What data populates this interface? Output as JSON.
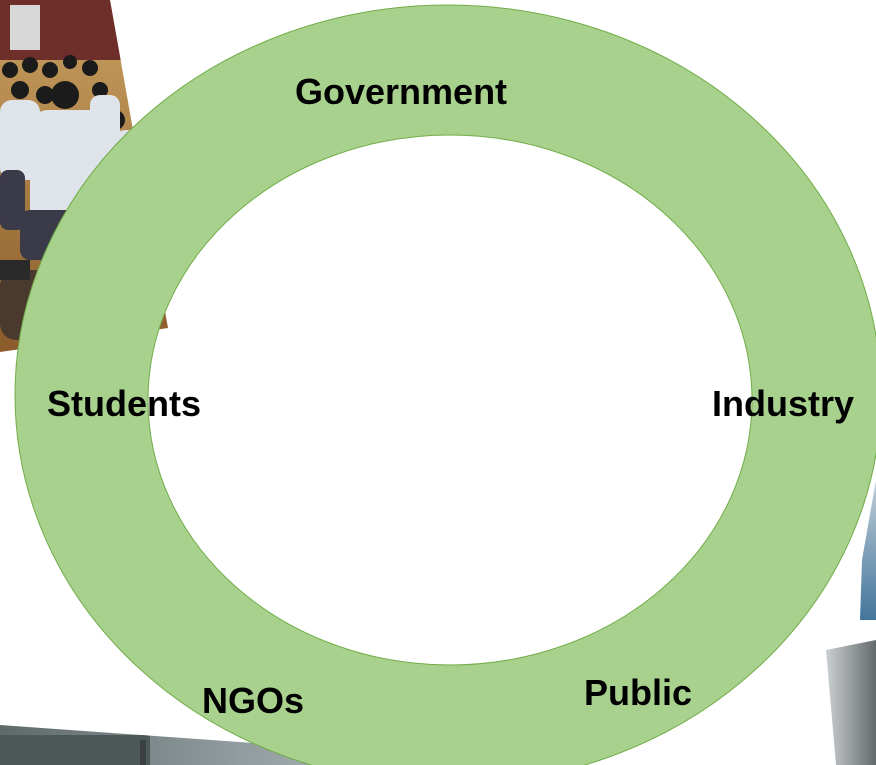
{
  "diagram": {
    "ring_fill": "#a9d18e",
    "ring_stroke": "#70ad47",
    "inner_fill": "#ffffff",
    "nodes": [
      {
        "id": "government",
        "label": "Government"
      },
      {
        "id": "students",
        "label": "Students"
      },
      {
        "id": "industry",
        "label": "Industry"
      },
      {
        "id": "ngos",
        "label": "NGOs"
      },
      {
        "id": "public",
        "label": "Public"
      }
    ]
  },
  "photos": [
    {
      "id": "students-photo",
      "subject": "students seated in school hall"
    },
    {
      "id": "bottom-left-photo",
      "subject": "metal roof / machinery"
    },
    {
      "id": "right-photo",
      "subject": "water / sea"
    },
    {
      "id": "bottom-right-photo",
      "subject": "metal pipe / machinery"
    }
  ]
}
